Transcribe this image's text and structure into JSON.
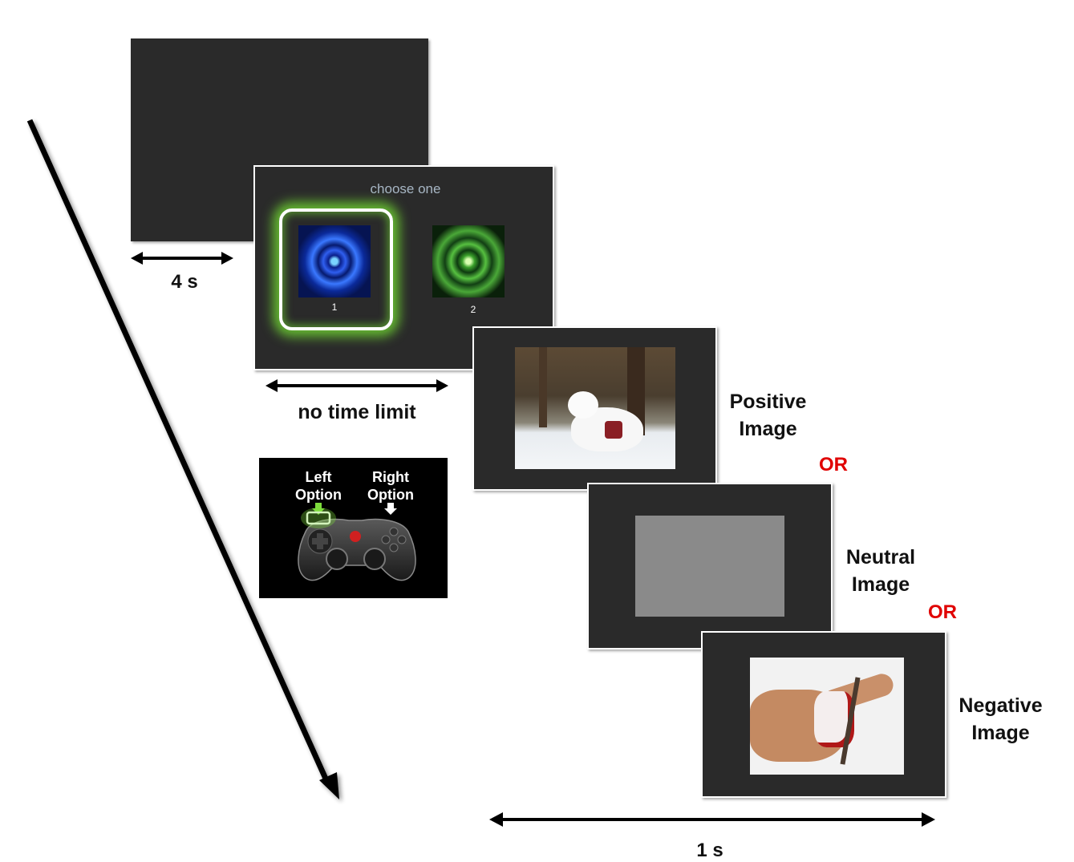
{
  "timing": {
    "fixation": "4 s",
    "choice": "no time limit",
    "image": "1 s"
  },
  "choice_screen": {
    "prompt": "choose one",
    "option1_number": "1",
    "option2_number": "2"
  },
  "controller": {
    "left_label_line1": "Left",
    "left_label_line2": "Option",
    "right_label_line1": "Right",
    "right_label_line2": "Option"
  },
  "outcomes": {
    "positive_line1": "Positive",
    "positive_line2": "Image",
    "neutral_line1": "Neutral",
    "neutral_line2": "Image",
    "negative_line1": "Negative",
    "negative_line2": "Image",
    "or_text_1": "OR",
    "or_text_2": "OR"
  },
  "colors": {
    "screen_bg": "#2a2a2a",
    "highlight_green": "#7ddc3c",
    "or_red": "#e00000",
    "neutral_gray": "#8a8a8a"
  }
}
